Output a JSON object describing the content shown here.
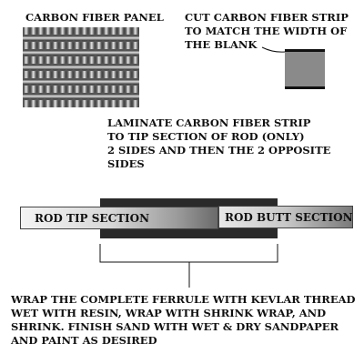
{
  "labels": {
    "panel": "CARBON FIBER PANEL",
    "cut_strip": "CUT CARBON FIBER STRIP\nTO MATCH THE WIDTH OF\nTHE BLANK",
    "laminate": "LAMINATE CARBON FIBER STRIP\nTO TIP SECTION OF ROD (ONLY)\n2 SIDES AND THEN THE 2 OPPOSITE\nSIDES",
    "tip_section": "ROD TIP SECTION",
    "butt_section": "ROD BUTT SECTION",
    "wrap": "WRAP THE COMPLETE FERRULE WITH KEVLAR THREAD\nWET WITH RESIN, WRAP WITH SHRINK WRAP, AND\nSHRINK. FINISH SAND WITH WET & DRY SANDPAPER\nAND PAINT AS DESIRED"
  },
  "colors": {
    "ferrule_dark": "#2a2a2a",
    "strip_gray": "#8a8a8a",
    "strip_edge": "#111111",
    "rod_light": "#f4f4f4",
    "rod_mid": "#9a9a9a",
    "rod_dark": "#5a5a5a"
  },
  "icons": {
    "panel": "carbon-fiber-weave-icon",
    "strip": "carbon-fiber-strip-icon"
  }
}
